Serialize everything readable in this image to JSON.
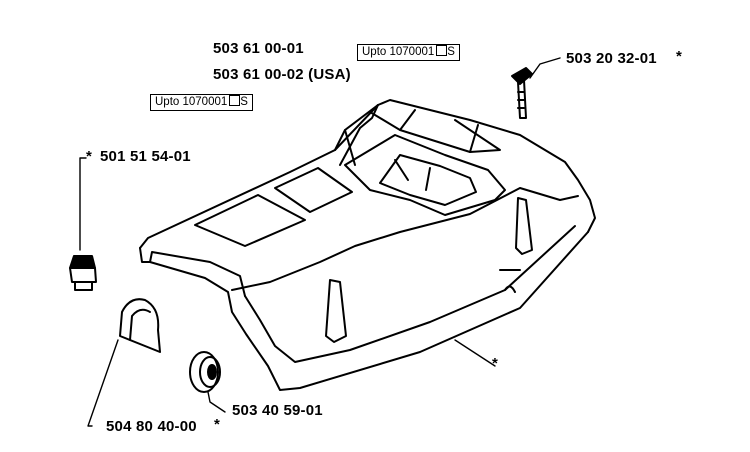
{
  "labels": {
    "main_part_1": "503 61 00-01",
    "main_part_2": "503 61 00-02 (USA)",
    "screw": "503 20 32-01",
    "screw_asterisk": "*",
    "plug_asterisk": "*",
    "plug": "501 51 54-01",
    "cover_asterisk": "*",
    "cap": "504 80 40-00",
    "cap_asterisk": "*",
    "grommet": "503 40 59-01"
  },
  "tags": {
    "upper_tag_text": "Upto 1070001",
    "upper_tag_suffix": "S",
    "lower_tag_text": "Upto 1070001",
    "lower_tag_suffix": "S"
  }
}
